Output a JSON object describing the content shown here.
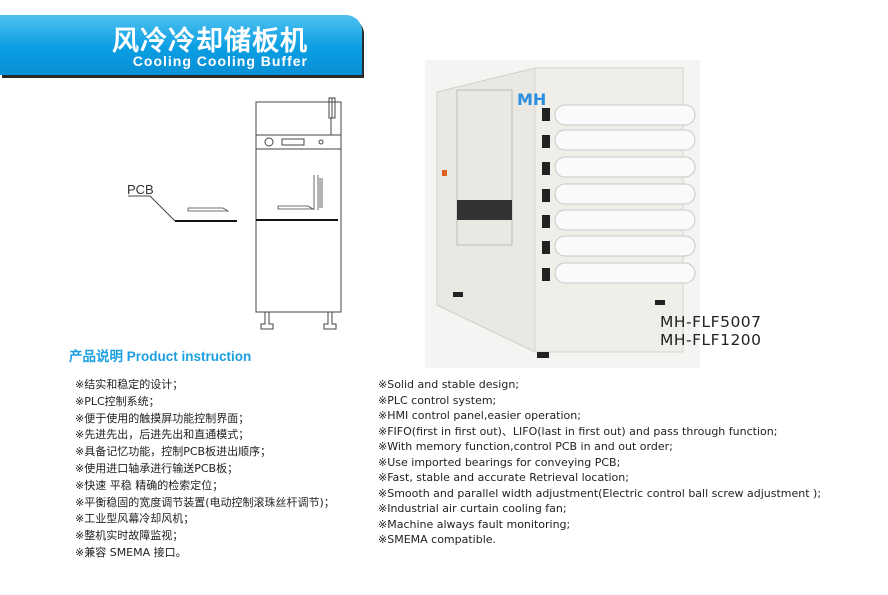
{
  "header": {
    "title_cn": "风冷冷却储板机",
    "title_en": "Cooling Cooling Buffer"
  },
  "diagram": {
    "pcb_label": "PCB"
  },
  "product": {
    "logo": "MH",
    "models": [
      "MH-FLF5007",
      "MH-FLF1200"
    ]
  },
  "section": {
    "title": "产品说明 Product instruction"
  },
  "features_cn": [
    "※结实和稳定的设计；",
    "※PLC控制系统；",
    "※便于使用的触摸屏功能控制界面；",
    "※先进先出，后进先出和直通模式；",
    "※具备记忆功能，控制PCB板进出顺序；",
    "※使用进口轴承进行输送PCB板；",
    "※快速 平稳 精确的检索定位；",
    "※平衡稳固的宽度调节装置(电动控制滚珠丝杆调节)；",
    "※工业型风幕冷却风机；",
    "※整机实时故障监视；",
    "※兼容 SMEMA 接口。"
  ],
  "features_en": [
    "※Solid and stable design;",
    "※PLC control system;",
    "※HMI control panel,easier operation;",
    "※FIFO(first in first out)、LIFO(last in first out)  and pass through function;",
    "※With memory function,control PCB in and out order;",
    "※Use imported bearings for conveying PCB;",
    "※Fast, stable and accurate Retrieval location;",
    "※Smooth and parallel width adjustment(Electric control ball screw adjustment );",
    "※Industrial air curtain cooling fan;",
    "※Machine always fault monitoring;",
    "※SMEMA compatible."
  ]
}
